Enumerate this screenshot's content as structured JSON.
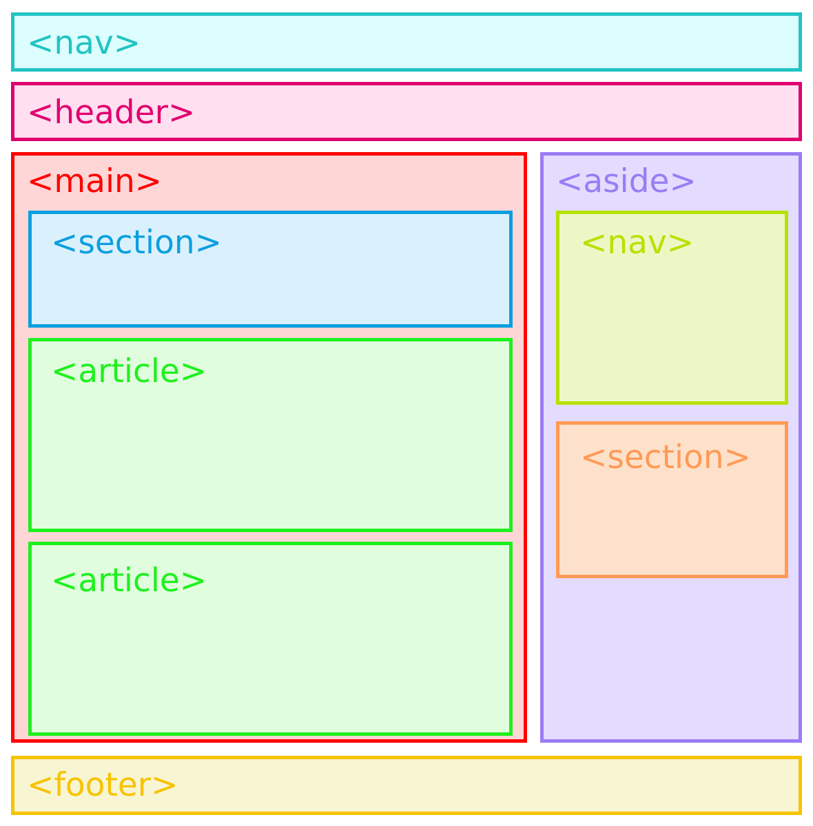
{
  "boxes": {
    "nav_top": {
      "label": "<nav>",
      "border": "#22c3c3",
      "fill": "#dcfefe",
      "text": "#22c3c3"
    },
    "header": {
      "label": "<header>",
      "border": "#e0006e",
      "fill": "#ffdff0",
      "text": "#e0006e"
    },
    "main": {
      "label": "<main>",
      "border": "#ff0000",
      "fill": "#ffd6d6",
      "text": "#ff0000"
    },
    "main_section": {
      "label": "<section>",
      "border": "#0b9fe0",
      "fill": "#daf1fd",
      "text": "#0b9fe0"
    },
    "article_1": {
      "label": "<article>",
      "border": "#1ef01e",
      "fill": "#e0fddd",
      "text": "#1ef01e"
    },
    "article_2": {
      "label": "<article>",
      "border": "#1ef01e",
      "fill": "#e0fddd",
      "text": "#1ef01e"
    },
    "aside": {
      "label": "<aside>",
      "border": "#9a7cf4",
      "fill": "#e3dcff",
      "text": "#9a7cf4"
    },
    "aside_nav": {
      "label": "<nav>",
      "border": "#b7e100",
      "fill": "#edf7c6",
      "text": "#b7e100"
    },
    "aside_section": {
      "label": "<section>",
      "border": "#ff9a55",
      "fill": "#fee1cb",
      "text": "#ff9a55"
    },
    "footer": {
      "label": "<footer>",
      "border": "#f7c300",
      "fill": "#f8f5d3",
      "text": "#f7c300"
    }
  }
}
